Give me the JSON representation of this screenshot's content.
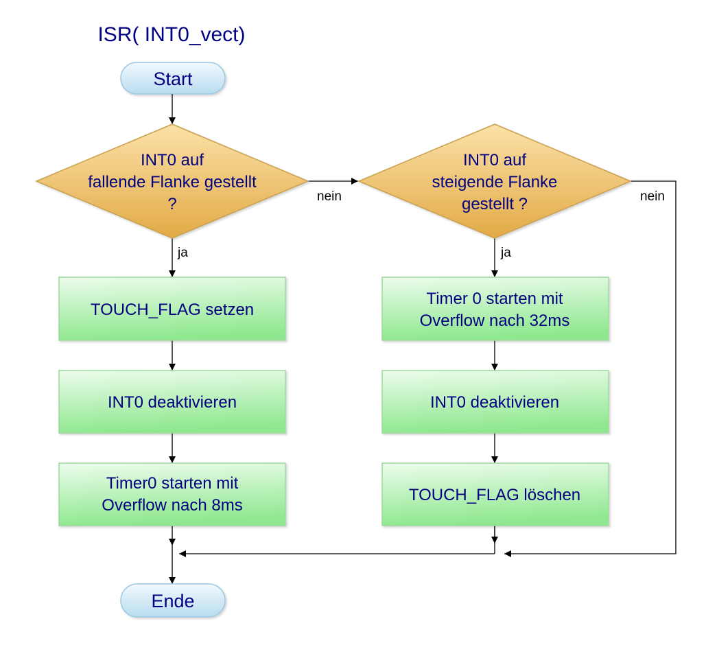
{
  "title": "ISR( INT0_vect)",
  "colors": {
    "text": "#000080",
    "terminal_fill_top": "#f2f9fd",
    "terminal_fill_bottom": "#b8dcf0",
    "terminal_stroke": "#9cc8e2",
    "decision_fill_top": "#fbe1a8",
    "decision_fill_bottom": "#e2aa46",
    "decision_stroke": "#c9a04f",
    "process_fill_top": "#ecfcec",
    "process_fill_bottom": "#8fe88f",
    "process_stroke": "#9ed89e"
  },
  "start": {
    "label": "Start"
  },
  "end": {
    "label": "Ende"
  },
  "left_branch": {
    "decision": {
      "lines": [
        "INT0 auf",
        "fallende Flanke gestellt",
        "?"
      ]
    },
    "yes_label": "ja",
    "no_label": "nein",
    "steps": [
      {
        "lines": [
          "TOUCH_FLAG setzen"
        ]
      },
      {
        "lines": [
          "INT0 deaktivieren"
        ]
      },
      {
        "lines": [
          "Timer0 starten mit",
          "Overflow nach 8ms"
        ]
      }
    ]
  },
  "right_branch": {
    "decision": {
      "lines": [
        "INT0 auf",
        "steigende Flanke",
        "gestellt ?"
      ]
    },
    "yes_label": "ja",
    "no_label": "nein",
    "steps": [
      {
        "lines": [
          "Timer 0 starten mit",
          "Overflow nach 32ms"
        ]
      },
      {
        "lines": [
          "INT0 deaktivieren"
        ]
      },
      {
        "lines": [
          "TOUCH_FLAG löschen"
        ]
      }
    ]
  }
}
